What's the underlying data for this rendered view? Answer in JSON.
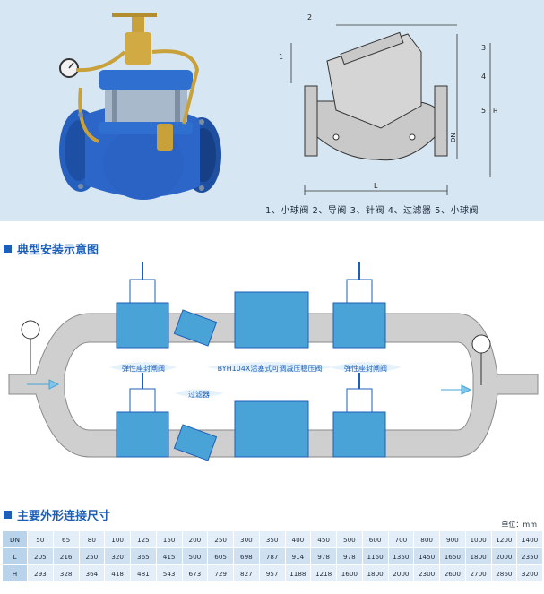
{
  "legend": "1、小球阀  2、导阀  3、针阀  4、过滤器  5、小球阀",
  "drawing_callouts": [
    "1",
    "2",
    "3",
    "4",
    "5",
    "DN",
    "L",
    "H"
  ],
  "section1_title": "典型安装示意图",
  "install_labels": {
    "gate_valve_left": "弹性座封闸阀",
    "main_valve": "BYH104X活塞式可调减压稳压阀",
    "gate_valve_right": "弹性座封闸阀",
    "strainer": "过滤器"
  },
  "section2_title": "主要外形连接尺寸",
  "unit": "单位：mm",
  "table": {
    "rows": [
      {
        "label": "DN",
        "values": [
          "50",
          "65",
          "80",
          "100",
          "125",
          "150",
          "200",
          "250",
          "300",
          "350",
          "400",
          "450",
          "500",
          "600",
          "700",
          "800",
          "900",
          "1000",
          "1200",
          "1400"
        ]
      },
      {
        "label": "L",
        "values": [
          "205",
          "216",
          "250",
          "320",
          "365",
          "415",
          "500",
          "605",
          "698",
          "787",
          "914",
          "978",
          "978",
          "1150",
          "1350",
          "1450",
          "1650",
          "1800",
          "2000",
          "2350"
        ]
      },
      {
        "label": "H",
        "values": [
          "293",
          "328",
          "364",
          "418",
          "481",
          "543",
          "673",
          "729",
          "827",
          "957",
          "1188",
          "1218",
          "1600",
          "1800",
          "2000",
          "2300",
          "2600",
          "2700",
          "2860",
          "3200"
        ]
      }
    ]
  },
  "colors": {
    "accent": "#1d5fb8",
    "panel": "#d6e6f2",
    "pipe": "#c8c8c8",
    "valve_blue": "#2f6fd0",
    "brass": "#c9a13a"
  }
}
